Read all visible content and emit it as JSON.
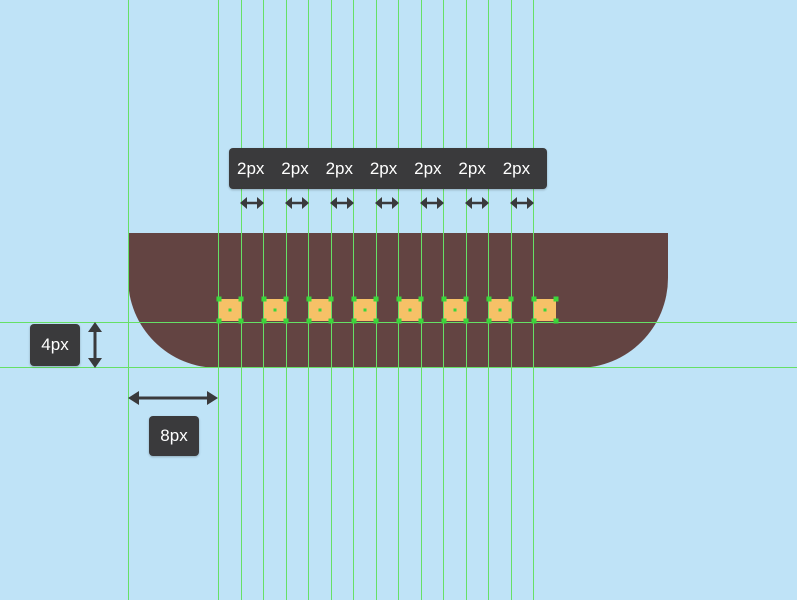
{
  "background_color": "#bfe3f7",
  "colors": {
    "shape": "#634442",
    "lights": "#f6c167",
    "guides": "#66e066",
    "anchor": "#3bd63b",
    "label_bg": "#3a3a3c",
    "arrow": "#3a3a3c"
  },
  "labels": {
    "vertical_gap": "4px",
    "horizontal_gap": "8px",
    "spacing": [
      "2px",
      "2px",
      "2px",
      "2px",
      "2px",
      "2px",
      "2px"
    ]
  }
}
